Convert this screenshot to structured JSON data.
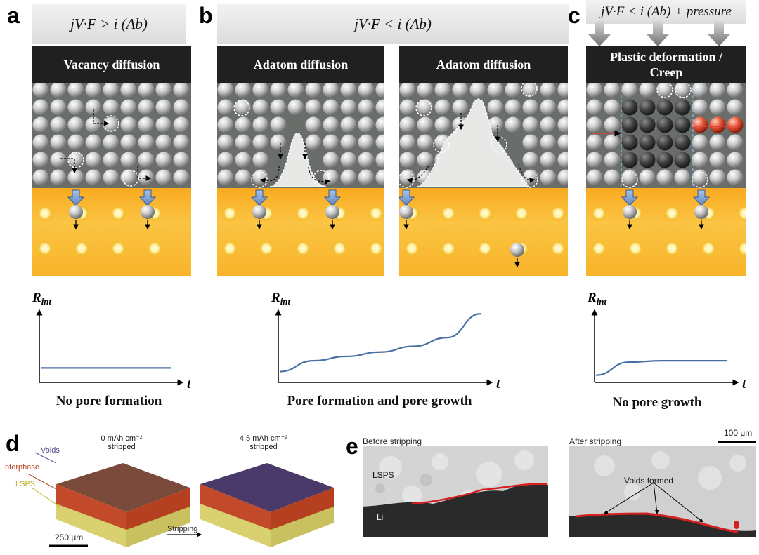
{
  "panels": {
    "a": {
      "letter": "a",
      "equation": "jV·F > i (Ab)",
      "title": "Vacancy diffusion",
      "caption": "No pore formation"
    },
    "b": {
      "letter": "b",
      "equation": "jV·F < i (Ab)",
      "title_left": "Adatom diffusion",
      "title_right": "Adatom diffusion",
      "caption": "Pore formation and pore growth"
    },
    "c": {
      "letter": "c",
      "equation": "jV·F < i (Ab) + pressure",
      "title_line1": "Plastic deformation /",
      "title_line2": "Creep",
      "caption": "No pore growth"
    },
    "d": {
      "letter": "d",
      "label_voids": "Voids",
      "label_interphase": "Interphase",
      "label_lsps": "LSPS",
      "left_title_1": "0 mAh cm⁻²",
      "left_title_2": "stripped",
      "right_title_1": "4.5 mAh cm⁻²",
      "right_title_2": "stripped",
      "arrow_label": "Stripping",
      "scale": "250 μm"
    },
    "e": {
      "letter": "e",
      "before": "Before stripping",
      "after": "After stripping",
      "lsps": "LSPS",
      "li": "Li",
      "voids": "Voids formed",
      "scale": "100 μm"
    }
  },
  "axes": {
    "y": "R",
    "y_sub": "int",
    "x": "t"
  },
  "chart_data": [
    {
      "type": "line",
      "title": "",
      "xlabel": "t",
      "ylabel": "Rint",
      "series": [
        {
          "values": [
            0.2,
            0.2,
            0.2,
            0.2,
            0.2
          ]
        }
      ],
      "trend": "constant"
    },
    {
      "type": "line",
      "title": "",
      "xlabel": "t",
      "ylabel": "Rint",
      "series": [
        {
          "values": [
            0.15,
            0.3,
            0.36,
            0.42,
            0.5,
            0.62,
            0.95
          ]
        }
      ],
      "trend": "increasing"
    },
    {
      "type": "line",
      "title": "",
      "xlabel": "t",
      "ylabel": "Rint",
      "series": [
        {
          "values": [
            0.1,
            0.28,
            0.3,
            0.3,
            0.3
          ]
        }
      ],
      "trend": "plateau"
    }
  ],
  "colors": {
    "line": "#4a6fa5",
    "gold": "#f9b530",
    "dark": "#202020",
    "void_red": "#d42020"
  }
}
